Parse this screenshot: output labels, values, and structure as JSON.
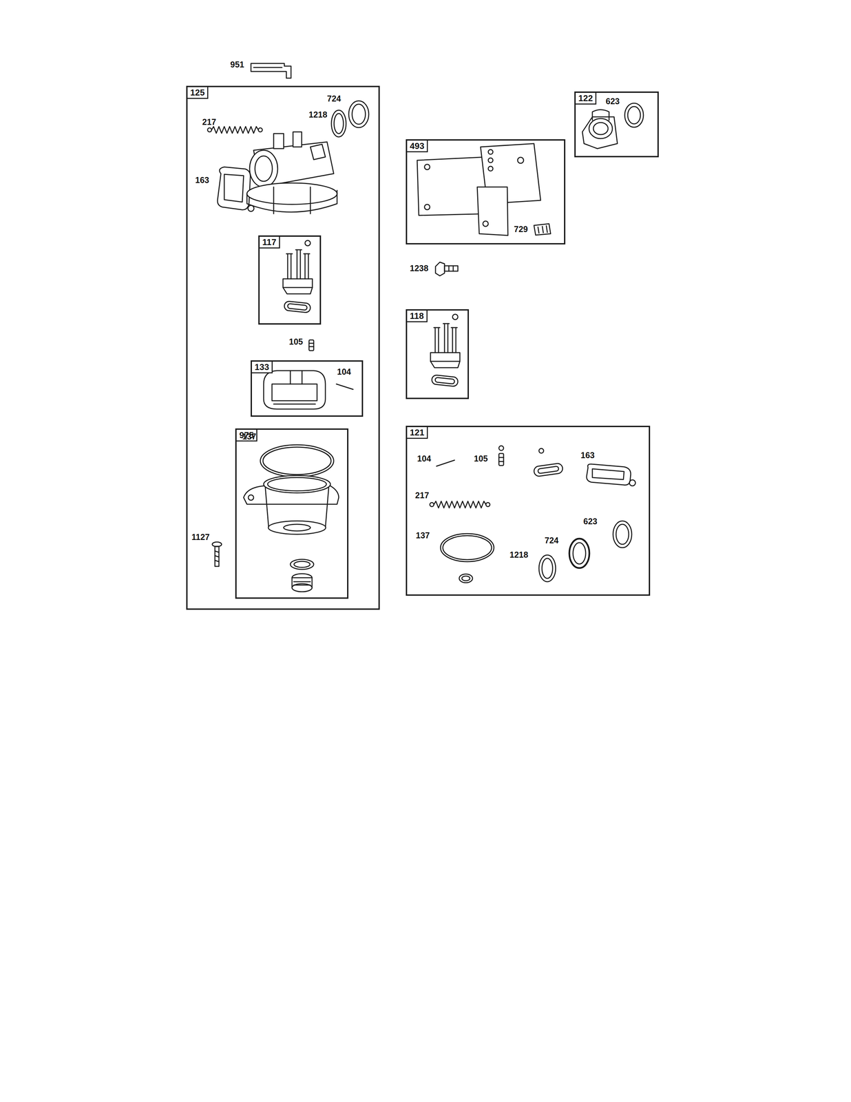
{
  "diagram": {
    "nodes": [
      {
        "text": [
          "125"
        ]
      },
      {
        "text": [
          "117"
        ],
        "in": 0
      },
      {
        "text": [
          "133"
        ],
        "in": 0
      },
      {
        "text": [
          "975"
        ],
        "in": 0
      },
      {
        "text": [
          "122"
        ]
      },
      {
        "text": [
          "493"
        ]
      },
      {
        "text": [
          "118"
        ]
      },
      {
        "text": [
          "121"
        ]
      }
    ],
    "labels": [
      "951",
      "217",
      "1218",
      "724",
      "163",
      "105",
      "104",
      "137",
      "1127",
      "623",
      "729",
      "1238",
      "104",
      "105",
      "163",
      "217",
      "623",
      "137",
      "724",
      "1218"
    ]
  }
}
